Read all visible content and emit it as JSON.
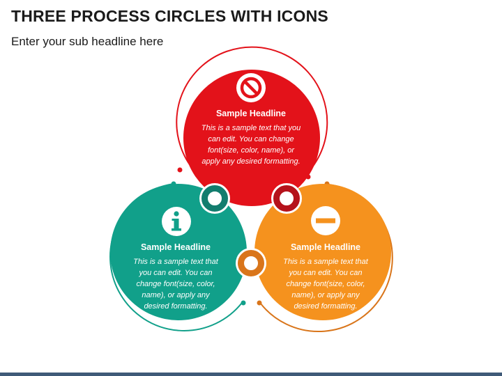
{
  "title": "THREE PROCESS CIRCLES WITH ICONS",
  "subtitle": "Enter your sub headline here",
  "colors": {
    "red": "#e3121a",
    "red_ring": "#b5121b",
    "teal": "#11a08a",
    "teal_ring": "#127d6e",
    "orange": "#f5921e",
    "orange_ring": "#d9751a"
  },
  "circles": [
    {
      "icon": "no-entry-icon",
      "headline": "Sample Headline",
      "lines": [
        "This is a sample text that you",
        "can edit. You can change",
        "font(size, color, name), or",
        "apply any desired formatting."
      ]
    },
    {
      "icon": "info-icon",
      "headline": "Sample Headline",
      "lines": [
        "This is a sample text that",
        "you can edit. You can",
        "change font(size, color,",
        "name), or apply any",
        "desired formatting."
      ]
    },
    {
      "icon": "minus-icon",
      "headline": "Sample Headline",
      "lines": [
        "This is a sample text that",
        "you can edit. You can",
        "change font(size, color,",
        "name), or apply any",
        "desired formatting."
      ]
    }
  ]
}
